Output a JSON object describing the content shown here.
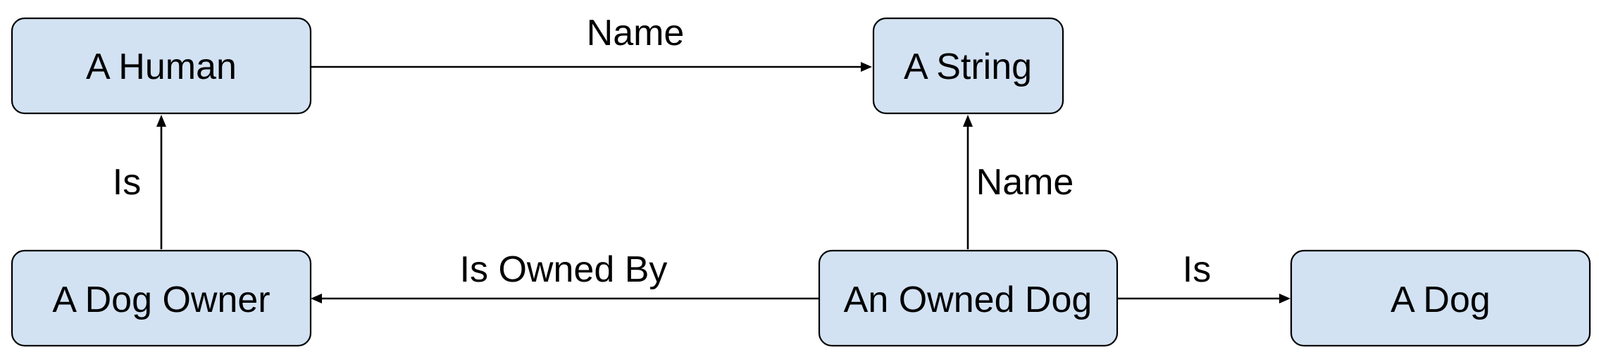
{
  "nodes": {
    "human": "A Human",
    "string": "A String",
    "dog_owner": "A Dog Owner",
    "owned_dog": "An Owned Dog",
    "dog": "A Dog"
  },
  "edges": {
    "human_name": "Name",
    "owner_is": "Is",
    "owned_dog_name": "Name",
    "is_owned_by": "Is Owned By",
    "owned_dog_is": "Is"
  },
  "colors": {
    "node_fill": "#d2e2f3",
    "stroke": "#000000",
    "background": "#ffffff"
  }
}
